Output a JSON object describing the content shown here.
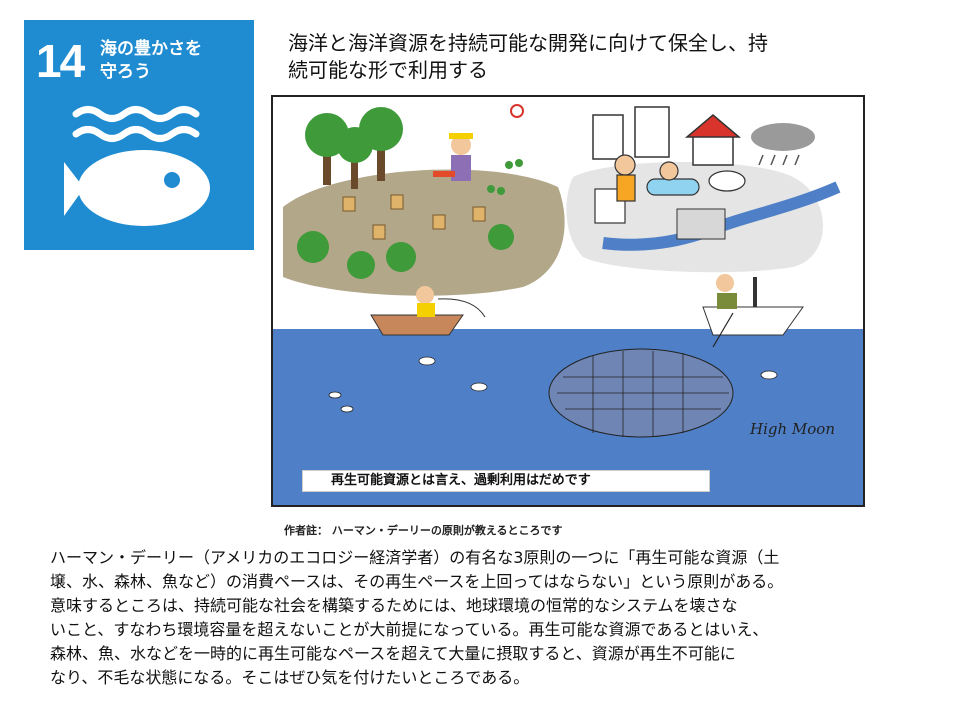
{
  "sdg": {
    "number": "14",
    "title_line1": "海の豊かさを",
    "title_line2": "守ろう",
    "color": "#1f8bd0",
    "icon": "fish-and-waves-icon"
  },
  "heading": {
    "line1": "海洋と海洋資源を持続可能な開発に向けて保全し、持",
    "line2": "続可能な形で利用する"
  },
  "illustration": {
    "caption": "再生可能資源とは言え、過剰利用はだめです",
    "signature": "High Moon",
    "water_color": "#4f7fc6"
  },
  "author_note": "作者註： ハーマン・デーリーの原則が教えるところです",
  "body": {
    "lines": [
      "ハーマン・デーリー（アメリカのエコロジー経済学者）の有名な3原則の一つに「再生可能な資源（土",
      "壌、水、森林、魚など）の消費ペースは、その再生ペースを上回ってはならない」という原則がある。",
      "意味するところは、持続可能な社会を構築するためには、地球環境の恒常的なシステムを壊さな",
      "いこと、すなわち環境容量を超えないことが大前提になっている。再生可能な資源であるとはいえ、",
      "森林、魚、水などを一時的に再生可能なペースを超えて大量に摂取すると、資源が再生不可能に",
      "なり、不毛な状態になる。そこはぜひ気を付けたいところである。"
    ]
  }
}
